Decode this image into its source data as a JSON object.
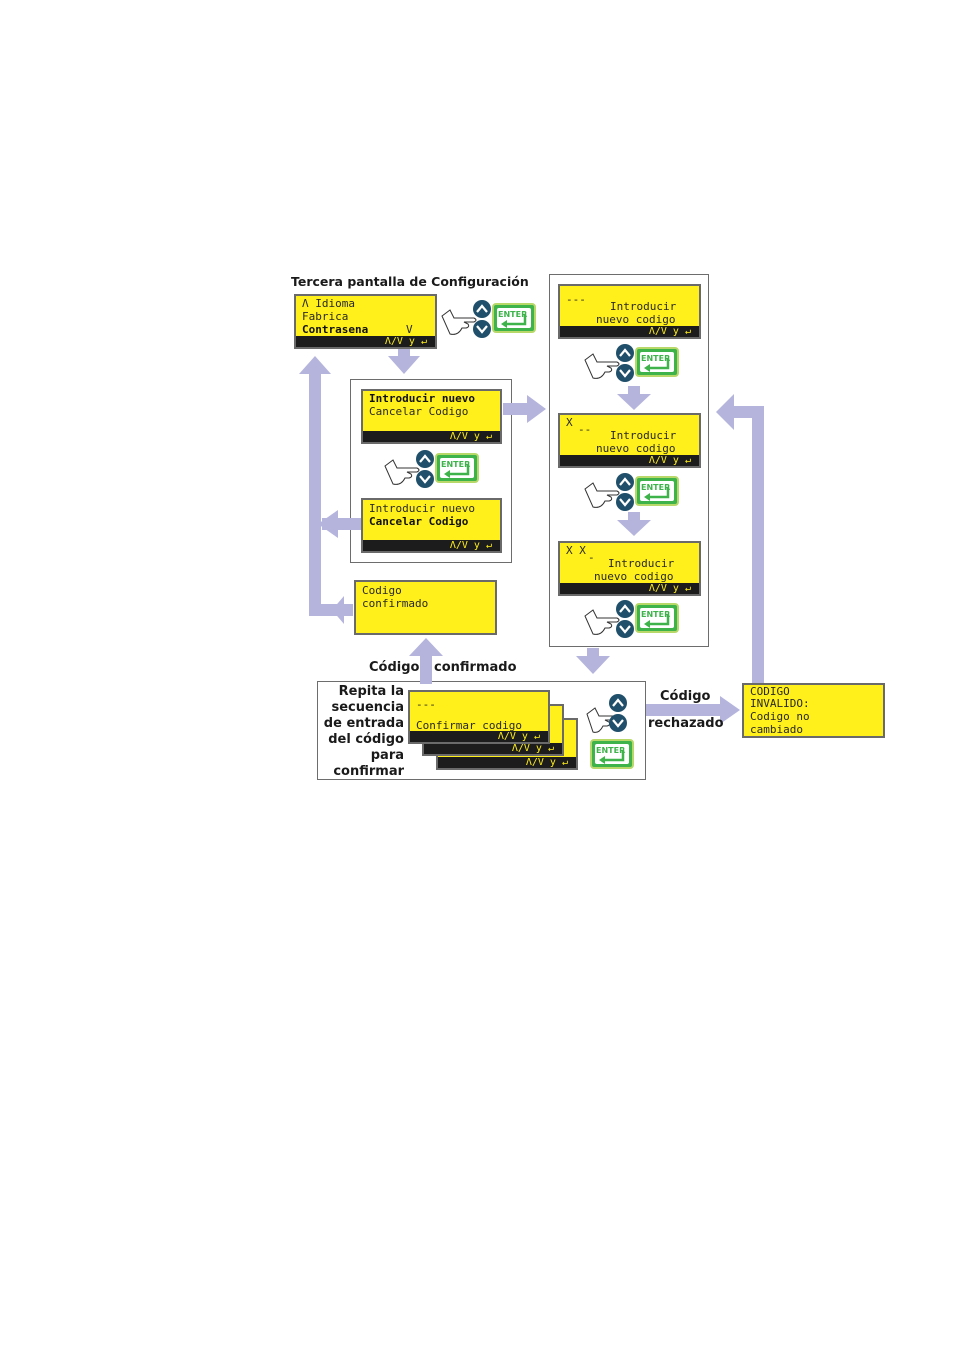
{
  "diagram_title": "Tercera pantalla de Configuración",
  "nav_hint": "Λ/V y ↵",
  "enter_label": "ENTER",
  "colors": {
    "lcd": "#ffef1a",
    "arrow": "#b4b4dd",
    "nav_button": "#1f4f6a",
    "enter_green": "#3db34a"
  },
  "screens": {
    "config": {
      "line1": "Λ Idioma",
      "line2": "Fabrica",
      "line3": "Contrasena",
      "line3_right": "V"
    },
    "menu_a": {
      "line1": "Introducir nuevo",
      "line2": "Cancelar Codigo"
    },
    "menu_b": {
      "line1": "Introducir nuevo",
      "line2": "Cancelar Codigo"
    },
    "confirmed": {
      "line1": "Codigo",
      "line2": "confirmado"
    },
    "entry1": {
      "line1": "---",
      "line2": "Introducir",
      "line3": "nuevo codigo"
    },
    "entry2": {
      "line1": "X",
      "line1b": "--",
      "line2": "Introducir",
      "line3": "nuevo codigo"
    },
    "entry3": {
      "line1": "X X",
      "line1b": "-",
      "line2": "Introducir",
      "line3": "nuevo codigo"
    },
    "confirm": {
      "line1": "---",
      "line2": "Confirmar codigo"
    },
    "invalid": {
      "line1": "CODIGO",
      "line2": "INVALIDO:",
      "line3": "Codigo no",
      "line4": "cambiado"
    }
  },
  "labels": {
    "codigo_confirmado_1": "Código",
    "codigo_confirmado_2": "confirmado",
    "repeat": [
      "Repita la",
      "secuencia",
      "de entrada",
      "del código",
      "para",
      "confirmar"
    ],
    "rejected_1": "Código",
    "rejected_2": "rechazado"
  }
}
